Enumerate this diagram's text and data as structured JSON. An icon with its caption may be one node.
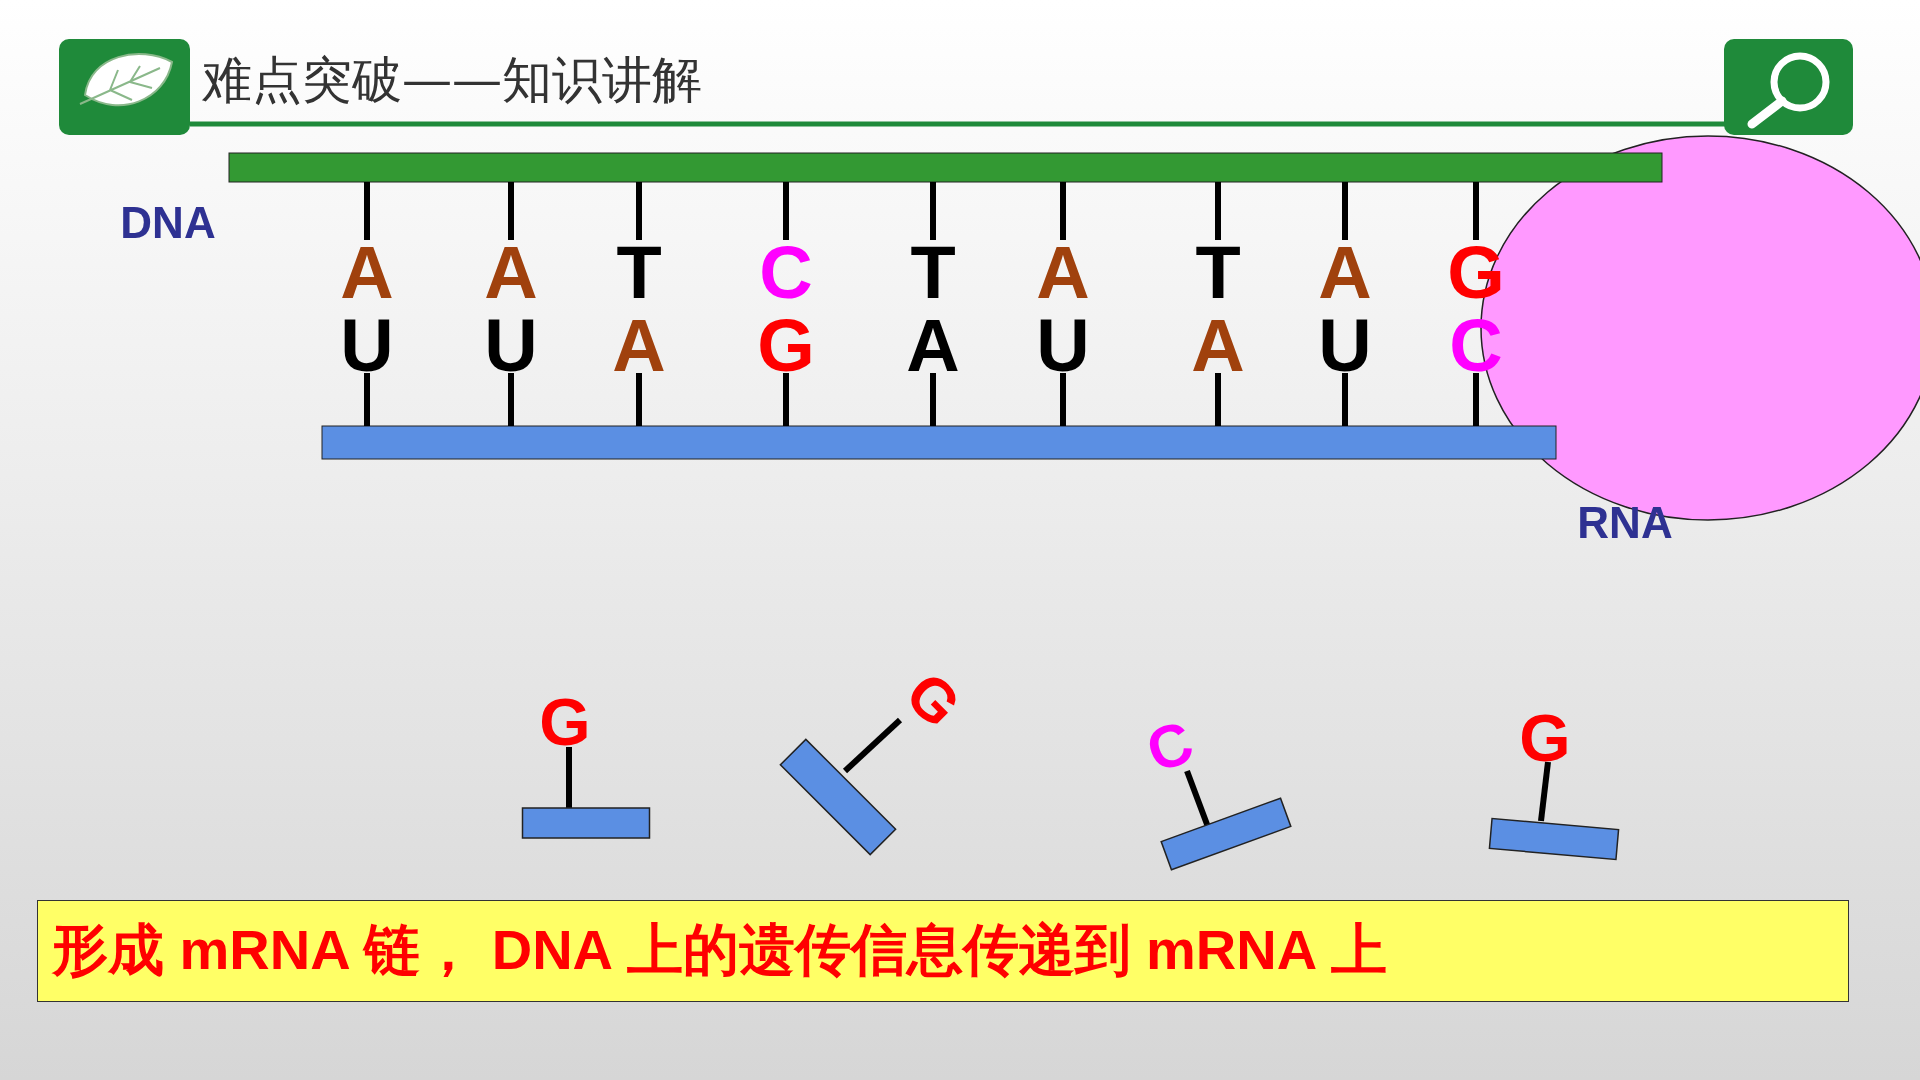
{
  "diagram": {
    "title": "难点突破——知识讲解",
    "nodes": [
      {
        "text": [
          "形成 mRNA 链， DNA 上的遗传信息传递到 mRNA 上"
        ]
      }
    ],
    "labels": [
      "DNA",
      "A",
      "A",
      "T",
      "C",
      "T",
      "A",
      "T",
      "A",
      "G",
      "U",
      "U",
      "A",
      "G",
      "A",
      "U",
      "A",
      "U",
      "C",
      "RNA",
      "G",
      "G",
      "C",
      "G"
    ]
  }
}
